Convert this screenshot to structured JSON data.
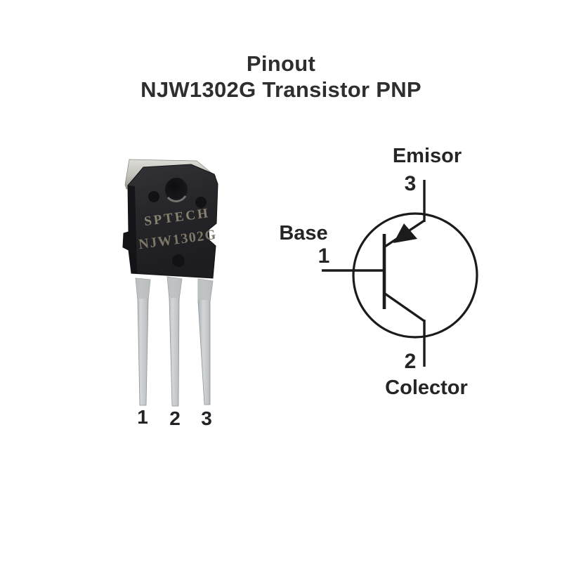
{
  "title": {
    "line1": "Pinout",
    "line2": "NJW1302G Transistor PNP"
  },
  "photo": {
    "description": "TO-3P transistor package photo, slightly tilted, black molded body with metal tab and three silver leads",
    "brand_marking": "SPTECH",
    "part_marking": "NJW1302G",
    "pin_numbers": [
      "1",
      "2",
      "3"
    ]
  },
  "schematic": {
    "type": "pnp-transistor-symbol",
    "pins": [
      {
        "number": "1",
        "name": "Base",
        "position": "left"
      },
      {
        "number": "2",
        "name": "Colector",
        "position": "bottom"
      },
      {
        "number": "3",
        "name": "Emisor",
        "position": "top"
      }
    ]
  },
  "colors": {
    "background": "#ffffff",
    "title_text": "#2e2e2e",
    "schematic_line": "#1b1b1b",
    "package_body": "#26262a",
    "package_marking": "#8a8270",
    "lead_metal": "#c3c7ca"
  }
}
